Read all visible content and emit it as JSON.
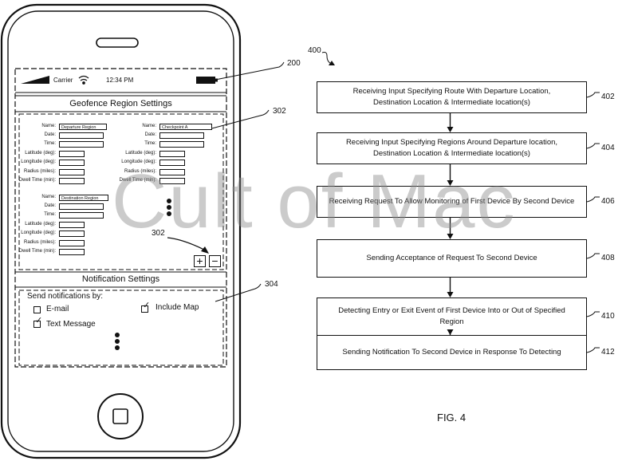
{
  "phone": {
    "status_bar": {
      "carrier": "Carrier",
      "time": "12:34 PM",
      "signal_icon": "signal-bars-icon",
      "wifi_icon": "wifi-icon",
      "battery_icon": "battery-icon"
    },
    "geofence_title": "Geofence Region Settings",
    "regions": [
      {
        "labels": [
          "Name:",
          "Date:",
          "Time:",
          "Latitude (deg):",
          "Longitude (deg):",
          "Radius (miles):",
          "Dwell Time (min):"
        ],
        "name_value": "Departure Region"
      },
      {
        "labels": [
          "Name:",
          "Date:",
          "Time:",
          "Latitude (deg):",
          "Longitude (deg):",
          "Radius (miles):",
          "Dwell Time (min):"
        ],
        "name_value": "Checkpoint A"
      },
      {
        "labels": [
          "Name:",
          "Date:",
          "Time:",
          "Latitude (deg):",
          "Longitude (deg):",
          "Radius (miles):",
          "Dwell Time (min):"
        ],
        "name_value": "Destination Region"
      }
    ],
    "add_label": "+",
    "remove_label": "−",
    "notification_title": "Notification Settings",
    "send_by_label": "Send notifications by:",
    "options": [
      {
        "label": "E-mail",
        "checked": false
      },
      {
        "label": "Text Message",
        "checked": true
      },
      {
        "label": "Include Map",
        "checked": true
      }
    ],
    "check_glyph": "✓"
  },
  "refs": {
    "r200": "200",
    "r302a": "302",
    "r302b": "302",
    "r304": "304",
    "r400": "400"
  },
  "flowchart": {
    "steps": [
      {
        "text": "Receiving Input Specifying Route With Departure Location,\nDestination Location  & Intermediate location(s)",
        "ref": "402"
      },
      {
        "text": "Receiving Input Specifying Regions Around Departure location,\nDestination Location & Intermediate location(s)",
        "ref": "404"
      },
      {
        "text": "Receiving Request To Allow Monitoring of First Device By Second Device",
        "ref": "406"
      },
      {
        "text": "Sending Acceptance of Request To Second Device",
        "ref": "408"
      },
      {
        "text": "Detecting Entry or Exit Event of First Device Into or Out of Specified Region",
        "ref": "410"
      },
      {
        "text": "Sending Notification To Second Device in Response To Detecting",
        "ref": "412"
      }
    ],
    "figure_label": "FIG. 4"
  },
  "watermark": "Cult of Mac"
}
